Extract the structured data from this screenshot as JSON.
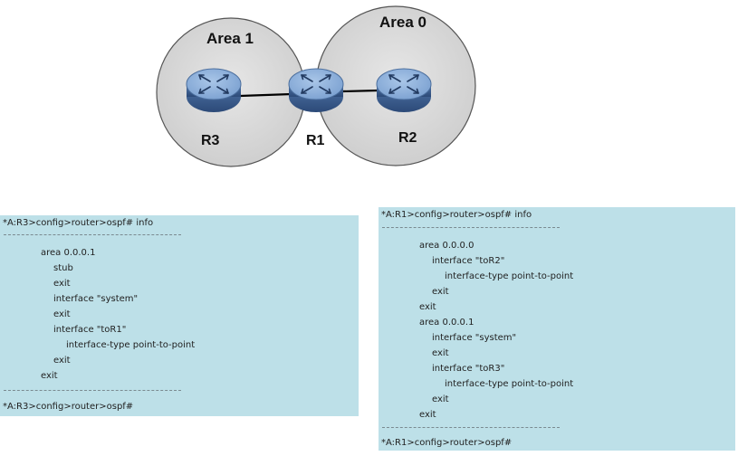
{
  "diagram": {
    "areas": [
      {
        "id": "area1",
        "label": "Area 1"
      },
      {
        "id": "area0",
        "label": "Area 0"
      }
    ],
    "routers": [
      {
        "id": "r3",
        "label": "R3",
        "icon": "router-icon"
      },
      {
        "id": "r1",
        "label": "R1",
        "icon": "router-icon"
      },
      {
        "id": "r2",
        "label": "R2",
        "icon": "router-icon"
      }
    ],
    "links": [
      {
        "from": "R3",
        "to": "R1"
      },
      {
        "from": "R1",
        "to": "R2"
      }
    ],
    "colors": {
      "area_fill": "#d9d9d9",
      "router_top": "#8fb2dc",
      "router_side": "#3d5f8e",
      "panel_bg": "#bde0e8"
    }
  },
  "r3_config": {
    "prompt_top": "*A:R3>config>router>ospf# info",
    "separator": "---------------------------------------------",
    "lines": [
      {
        "indent": 0,
        "text": "area 0.0.0.1"
      },
      {
        "indent": 1,
        "text": "stub"
      },
      {
        "indent": 1,
        "text": "exit"
      },
      {
        "indent": 1,
        "text": "interface \"system\""
      },
      {
        "indent": 1,
        "text": "exit"
      },
      {
        "indent": 1,
        "text": "interface \"toR1\""
      },
      {
        "indent": 2,
        "text": "interface-type point-to-point"
      },
      {
        "indent": 1,
        "text": "exit"
      },
      {
        "indent": 0,
        "text": "exit"
      }
    ],
    "prompt_bottom": "*A:R3>config>router>ospf#"
  },
  "r1_config": {
    "prompt_top": "*A:R1>config>router>ospf# info",
    "separator": "---------------------------------------------",
    "lines": [
      {
        "indent": 0,
        "text": "area 0.0.0.0"
      },
      {
        "indent": 1,
        "text": "interface \"toR2\""
      },
      {
        "indent": 2,
        "text": "interface-type point-to-point"
      },
      {
        "indent": 1,
        "text": "exit"
      },
      {
        "indent": 0,
        "text": "exit"
      },
      {
        "indent": 0,
        "text": "area 0.0.0.1"
      },
      {
        "indent": 1,
        "text": "interface \"system\""
      },
      {
        "indent": 1,
        "text": "exit"
      },
      {
        "indent": 1,
        "text": "interface \"toR3\""
      },
      {
        "indent": 2,
        "text": "interface-type point-to-point"
      },
      {
        "indent": 1,
        "text": "exit"
      },
      {
        "indent": 0,
        "text": "exit"
      }
    ],
    "prompt_bottom": "*A:R1>config>router>ospf#"
  }
}
